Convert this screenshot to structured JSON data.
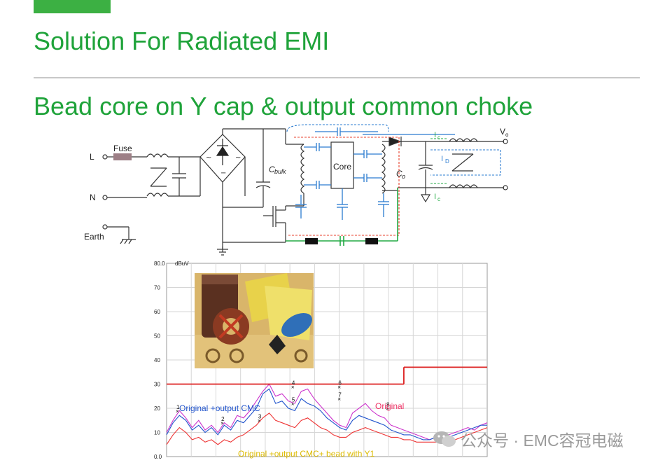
{
  "slide": {
    "title": "Solution For Radiated EMI",
    "subtitle": "Bead core on Y cap & output common choke",
    "watermark": "公众号 · EMC容冠电磁"
  },
  "schematic": {
    "labels": {
      "L": "L",
      "N": "N",
      "earth": "Earth",
      "fuse": "Fuse",
      "cbulk": "C",
      "cbulk_sub": "bulk",
      "core": "Core",
      "co": "C",
      "co_sub": "o",
      "vo": "V",
      "vo_sub": "o",
      "ic_top": "I",
      "ic_top_sub": "c",
      "id": "I",
      "id_sub": "D",
      "ic_bottom": "I",
      "ic_bottom_sub": "c"
    },
    "colors": {
      "wire": "#333333",
      "capacitor": "#2a7bd0",
      "ground_path": "#22aa44",
      "noise_path": "#e8412c",
      "dm_path": "#2a7bd0"
    }
  },
  "chart_data": {
    "type": "line",
    "ylabel": "dBuV",
    "ylim": [
      0,
      80
    ],
    "y_ticks": [
      "0.0",
      "10",
      "20",
      "30",
      "40",
      "50",
      "60",
      "70",
      "80.0"
    ],
    "x_grid_lines": 13,
    "grid": true,
    "limit_line": {
      "color": "#dd2222",
      "segments": [
        {
          "x": [
            0.0,
            0.74
          ],
          "y": 30
        },
        {
          "x": [
            0.74,
            1.0
          ],
          "y": 37
        }
      ]
    },
    "series": [
      {
        "name": "Original",
        "color": "#cc33cc",
        "x": [
          0.0,
          0.02,
          0.04,
          0.06,
          0.08,
          0.1,
          0.12,
          0.14,
          0.16,
          0.18,
          0.2,
          0.22,
          0.24,
          0.26,
          0.28,
          0.3,
          0.32,
          0.34,
          0.36,
          0.38,
          0.4,
          0.42,
          0.44,
          0.46,
          0.48,
          0.5,
          0.52,
          0.54,
          0.56,
          0.58,
          0.6,
          0.62,
          0.64,
          0.66,
          0.68,
          0.7,
          0.72,
          0.74,
          0.76,
          0.78,
          0.8,
          0.82,
          0.84,
          0.86,
          0.88,
          0.9,
          0.92,
          0.94,
          0.96,
          0.98,
          1.0
        ],
        "y": [
          10,
          15,
          19,
          16,
          12,
          15,
          11,
          13,
          10,
          14,
          12,
          17,
          16,
          19,
          23,
          27,
          30,
          25,
          26,
          23,
          22,
          27,
          28,
          24,
          21,
          18,
          15,
          13,
          12,
          18,
          20,
          22,
          19,
          17,
          16,
          13,
          12,
          11,
          10,
          9,
          8,
          7,
          8,
          7,
          9,
          10,
          11,
          12,
          11,
          13,
          14
        ]
      },
      {
        "name": "Original +output CMC",
        "color": "#2255cc",
        "x": [
          0.0,
          0.02,
          0.04,
          0.06,
          0.08,
          0.1,
          0.12,
          0.14,
          0.16,
          0.18,
          0.2,
          0.22,
          0.24,
          0.26,
          0.28,
          0.3,
          0.32,
          0.34,
          0.36,
          0.38,
          0.4,
          0.42,
          0.44,
          0.46,
          0.48,
          0.5,
          0.52,
          0.54,
          0.56,
          0.58,
          0.6,
          0.62,
          0.64,
          0.66,
          0.68,
          0.7,
          0.72,
          0.74,
          0.76,
          0.78,
          0.8,
          0.82,
          0.84,
          0.86,
          0.88,
          0.9,
          0.92,
          0.94,
          0.96,
          0.98,
          1.0
        ],
        "y": [
          9,
          14,
          17,
          15,
          11,
          13,
          10,
          12,
          9,
          13,
          11,
          15,
          14,
          17,
          20,
          26,
          28,
          22,
          23,
          20,
          19,
          24,
          22,
          21,
          19,
          16,
          14,
          12,
          11,
          15,
          17,
          16,
          15,
          14,
          13,
          11,
          10,
          9,
          9,
          8,
          7,
          7,
          8,
          7,
          8,
          9,
          10,
          11,
          12,
          13,
          13
        ]
      },
      {
        "name": "Original +output CMC+ bead with Y1",
        "color": "#ee3333",
        "x": [
          0.0,
          0.02,
          0.04,
          0.06,
          0.08,
          0.1,
          0.12,
          0.14,
          0.16,
          0.18,
          0.2,
          0.22,
          0.24,
          0.26,
          0.28,
          0.3,
          0.32,
          0.34,
          0.36,
          0.38,
          0.4,
          0.42,
          0.44,
          0.46,
          0.48,
          0.5,
          0.52,
          0.54,
          0.56,
          0.58,
          0.6,
          0.62,
          0.64,
          0.66,
          0.68,
          0.7,
          0.72,
          0.74,
          0.76,
          0.78,
          0.8,
          0.82,
          0.84,
          0.86,
          0.88,
          0.9,
          0.92,
          0.94,
          0.96,
          0.98,
          1.0
        ],
        "y": [
          5,
          9,
          12,
          10,
          7,
          8,
          6,
          7,
          5,
          7,
          6,
          8,
          9,
          11,
          13,
          16,
          18,
          15,
          14,
          13,
          12,
          15,
          16,
          14,
          12,
          11,
          9,
          8,
          8,
          10,
          11,
          12,
          11,
          10,
          9,
          8,
          8,
          7,
          7,
          6,
          6,
          6,
          6,
          6,
          7,
          7,
          8,
          9,
          10,
          11,
          12
        ]
      }
    ],
    "markers": [
      {
        "label": "1",
        "x": 0.035,
        "y": 18
      },
      {
        "label": "2",
        "x": 0.175,
        "y": 13
      },
      {
        "label": "3",
        "x": 0.29,
        "y": 14
      },
      {
        "label": "4",
        "x": 0.395,
        "y": 28
      },
      {
        "label": "5",
        "x": 0.395,
        "y": 21
      },
      {
        "label": "6",
        "x": 0.54,
        "y": 28
      },
      {
        "label": "7",
        "x": 0.54,
        "y": 23
      },
      {
        "label": "8",
        "x": 0.69,
        "y": 19
      }
    ],
    "annotations": [
      {
        "text": "Original +output CMC",
        "color": "#2255cc"
      },
      {
        "text": "Original",
        "color": "#ee3366"
      },
      {
        "text": "Original +output CMC+ bead with Y1",
        "color": "#ddbb00"
      }
    ],
    "photo_inset": {
      "description_free": true,
      "colors": [
        "#e8c44a",
        "#5a3020",
        "#2f6fb8",
        "#c23a22",
        "#d9b56a"
      ]
    }
  }
}
